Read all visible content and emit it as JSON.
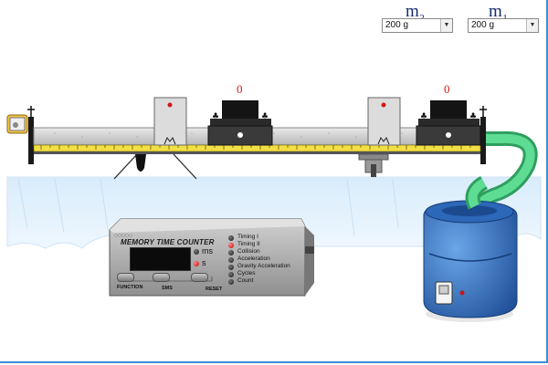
{
  "mass_selectors": [
    {
      "label_main": "m",
      "label_sub": "2",
      "value": "200 g"
    },
    {
      "label_main": "m",
      "label_sub": "1",
      "value": "200 g"
    }
  ],
  "carts": [
    {
      "count": "0"
    },
    {
      "count": "0"
    }
  ],
  "counter": {
    "title": "MEMORY TIME COUNTER",
    "units": [
      "ms",
      "s"
    ],
    "active_unit": "s",
    "buttons": [
      "FUNCTION",
      "SMS",
      "RESET"
    ],
    "modes": [
      {
        "label": "Timing I",
        "active": false
      },
      {
        "label": "Timing II",
        "active": true
      },
      {
        "label": "Collision",
        "active": false
      },
      {
        "label": "Acceleration",
        "active": false
      },
      {
        "label": "Gravity Acceleration",
        "active": false
      },
      {
        "label": "Cycles",
        "active": false
      },
      {
        "label": "Count",
        "active": false
      }
    ]
  },
  "colors": {
    "frame": "#3a8ed8",
    "mass_label": "#142a6e",
    "count_text": "#d21a1a",
    "hose": "#3ec87a",
    "blower": "#3a78c8"
  },
  "icons": [
    "light-bulb-icon",
    "photogate-icon",
    "cart-icon",
    "air-blower-icon"
  ]
}
